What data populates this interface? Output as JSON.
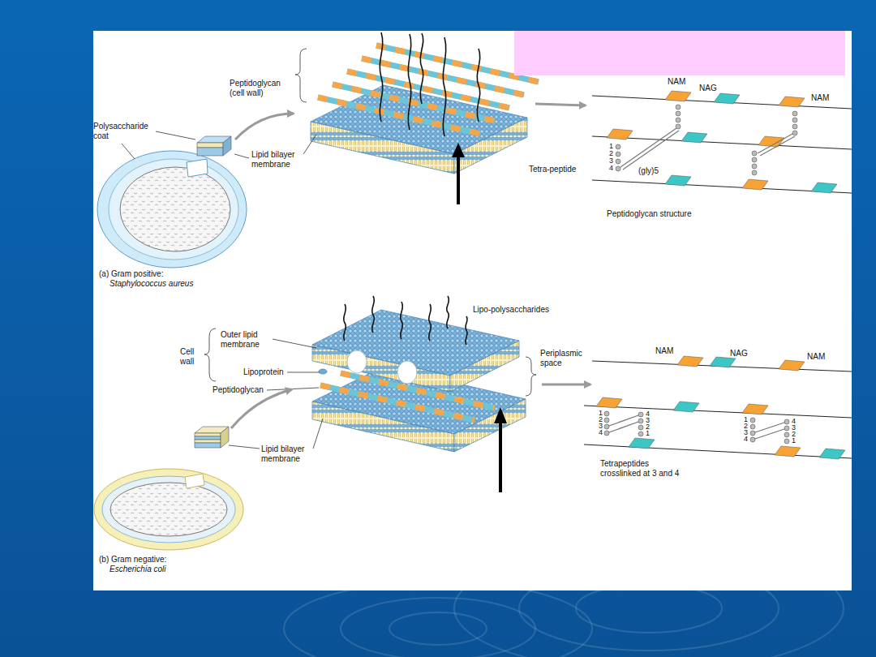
{
  "diagram": {
    "labels": [
      "Peptidoglycan (cell wall)",
      "Polysaccharide coat",
      "Lipid bilayer membrane",
      "NAM",
      "NAG",
      "NAM",
      "Tetra-peptide",
      "1",
      "2",
      "3",
      "4",
      "(gly)5",
      "Peptidoglycan structure",
      "(a) Gram positive:",
      "Staphylococcus aureus",
      "Lipo-polysaccharides",
      "Outer lipid membrane",
      "Cell wall",
      "Lipoprotein",
      "Peptidoglycan",
      "Periplasmic space",
      "Lipid bilayer membrane",
      "NAM",
      "NAG",
      "NAM",
      "1",
      "2",
      "3",
      "4",
      "1",
      "2",
      "3",
      "4",
      "1",
      "2",
      "3",
      "4",
      "1",
      "2",
      "3",
      "4",
      "Tetrapeptides crosslinked at 3 and 4",
      "(b) Gram negative:",
      "Escherichia coli"
    ]
  }
}
